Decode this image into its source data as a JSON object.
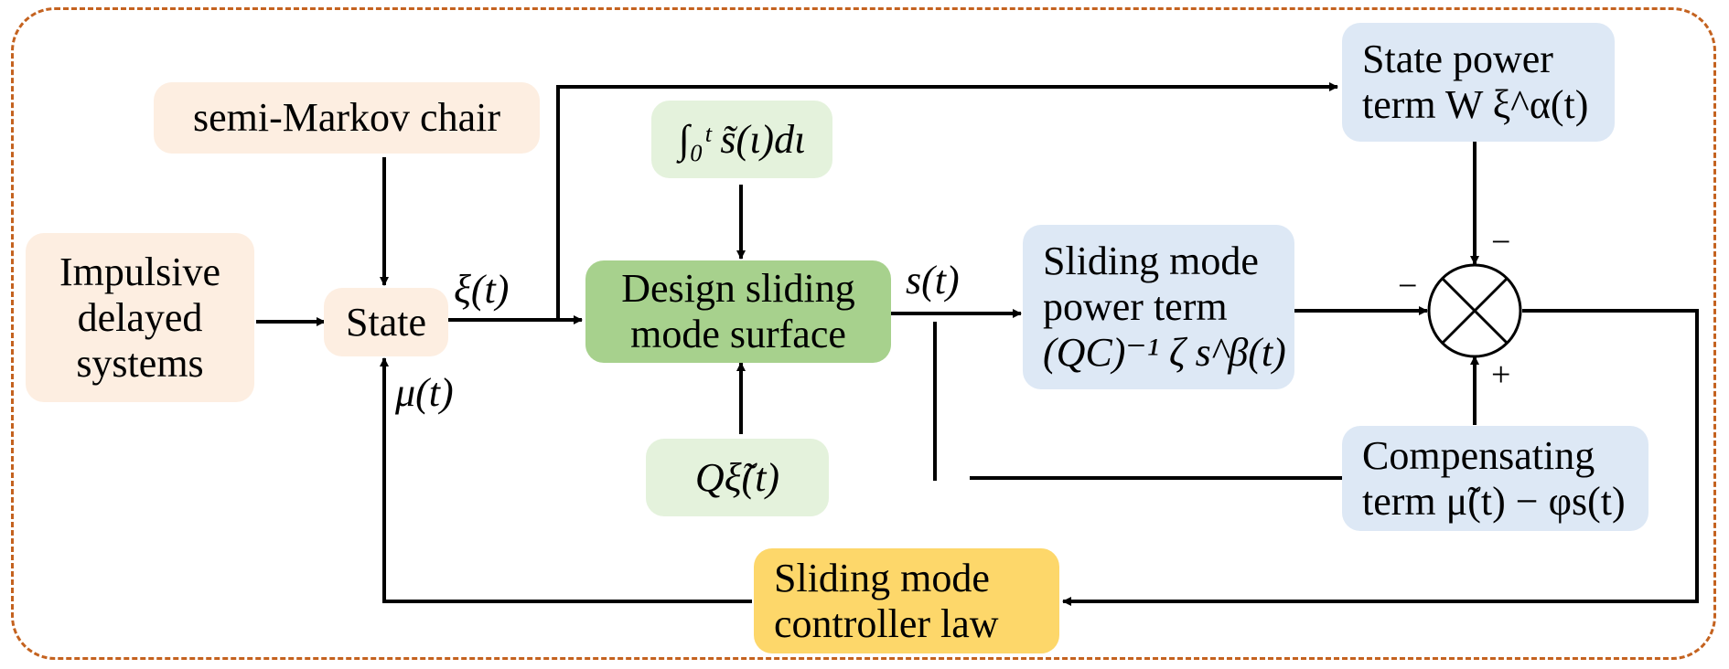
{
  "diagram": {
    "blocks": {
      "impulsive": [
        "Impulsive",
        "delayed",
        "systems"
      ],
      "semi_markov": "semi-Markov chair",
      "state": "State",
      "integral": "∫₀ᵗ s̃(ι)dι",
      "design": [
        "Design sliding",
        "mode surface"
      ],
      "q_xi": "Qξ̃(t)",
      "state_power": [
        "State power",
        "term W ξ^α(t)"
      ],
      "sliding_power": [
        "Sliding mode",
        "power term",
        "(QC)⁻¹ ζ s^β(t)"
      ],
      "compensating": [
        "Compensating",
        "term μ̃(t) − φs(t)"
      ],
      "controller": [
        "Sliding mode",
        "controller law"
      ]
    },
    "signals": {
      "xi": "ξ(t)",
      "s": "s(t)",
      "mu": "μ(t)"
    },
    "summing_junction": {
      "icon": "sum-cross-icon",
      "signs": {
        "top": "−",
        "left": "−",
        "bottom": "+"
      }
    },
    "colors": {
      "frame": "#c4621f",
      "peach": "#fdeee1",
      "light_green": "#e4f2dc",
      "green": "#a7d18d",
      "blue": "#dde8f5",
      "yellow": "#fdd76a"
    }
  }
}
